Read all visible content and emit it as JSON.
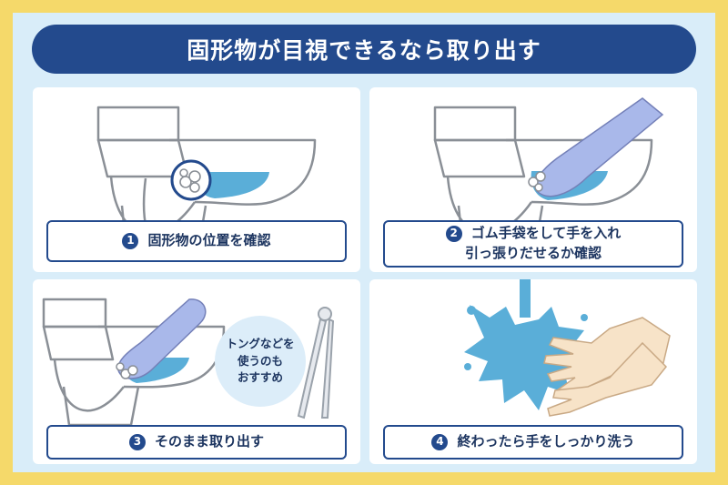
{
  "title": "固形物が目視できるなら取り出す",
  "steps": [
    {
      "num": "1",
      "line1": "固形物の位置を確認",
      "line2": ""
    },
    {
      "num": "2",
      "line1": "ゴム手袋をして手を入れ",
      "line2": "引っ張りだせるか確認"
    },
    {
      "num": "3",
      "line1": "そのまま取り出す",
      "line2": ""
    },
    {
      "num": "4",
      "line1": "終わったら手をしっかり洗う",
      "line2": ""
    }
  ],
  "tip": {
    "line1": "トングなどを",
    "line2": "使うのも",
    "line3": "おすすめ"
  },
  "colors": {
    "border": "#f5d96a",
    "background": "#d9edf9",
    "accent": "#234a8d",
    "water": "#5aaed8",
    "glove": "#a9b8ea",
    "skin": "#f7e3c8"
  }
}
